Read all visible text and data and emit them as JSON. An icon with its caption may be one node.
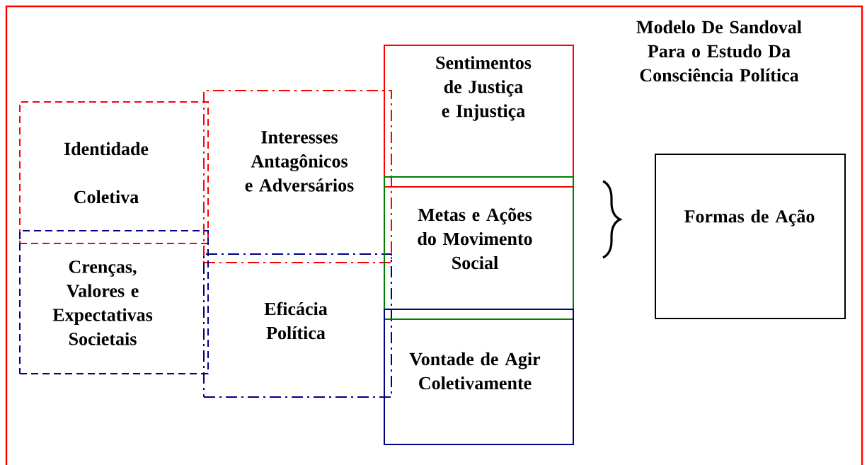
{
  "diagram": {
    "title": "Modelo De Sandoval Para o Estudo Da Consciência Política",
    "nodes": [
      {
        "text": [
          "Identidade",
          "Coletiva"
        ]
      },
      {
        "text": [
          "Interesses Antagônicos e Adversários"
        ]
      },
      {
        "text": [
          "Crenças, Valores e Expectativas Societais"
        ]
      },
      {
        "text": [
          "Eficácia Política"
        ]
      },
      {
        "text": [
          "Sentimentos de Justiça e Injustiça"
        ]
      },
      {
        "text": [
          "Metas e Ações do Movimento Social"
        ]
      },
      {
        "text": [
          "Vontade de Agir Coletivamente"
        ]
      },
      {
        "text": [
          "Formas de Ação"
        ]
      }
    ]
  }
}
